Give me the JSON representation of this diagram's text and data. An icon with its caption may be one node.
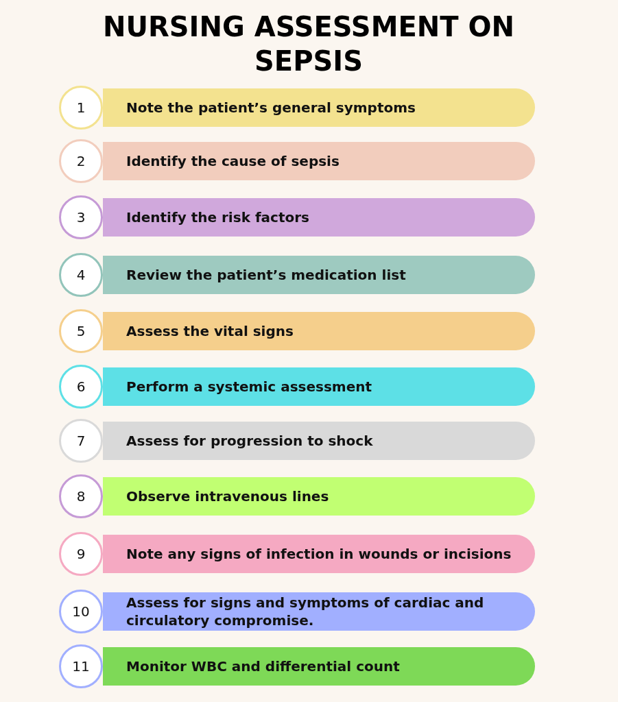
{
  "diagram": {
    "title": "NURSING ASSESSMENT ON SEPSIS",
    "nodes": [
      {
        "text": [
          "1"
        ]
      },
      {
        "text": [
          "Note the patient’s general symptoms"
        ]
      },
      {
        "text": [
          "2"
        ]
      },
      {
        "text": [
          "Identify the cause of sepsis"
        ]
      },
      {
        "text": [
          "3"
        ]
      },
      {
        "text": [
          "Identify the risk factors"
        ]
      },
      {
        "text": [
          "4"
        ]
      },
      {
        "text": [
          "Review the patient’s medication list"
        ]
      },
      {
        "text": [
          "5"
        ]
      },
      {
        "text": [
          "Assess the vital signs"
        ]
      },
      {
        "text": [
          "6"
        ]
      },
      {
        "text": [
          "Perform a systemic assessment"
        ]
      },
      {
        "text": [
          "7"
        ]
      },
      {
        "text": [
          "Assess for progression to shock"
        ]
      },
      {
        "text": [
          "8"
        ]
      },
      {
        "text": [
          "Observe intravenous lines"
        ]
      },
      {
        "text": [
          "9"
        ]
      },
      {
        "text": [
          "Note any signs of infection in wounds or incisions"
        ]
      },
      {
        "text": [
          "10"
        ]
      },
      {
        "text": [
          "Assess for signs and symptoms of cardiac and circulatory compromise."
        ]
      },
      {
        "text": [
          "11"
        ]
      },
      {
        "text": [
          "Monitor WBC and differential count"
        ]
      }
    ]
  }
}
